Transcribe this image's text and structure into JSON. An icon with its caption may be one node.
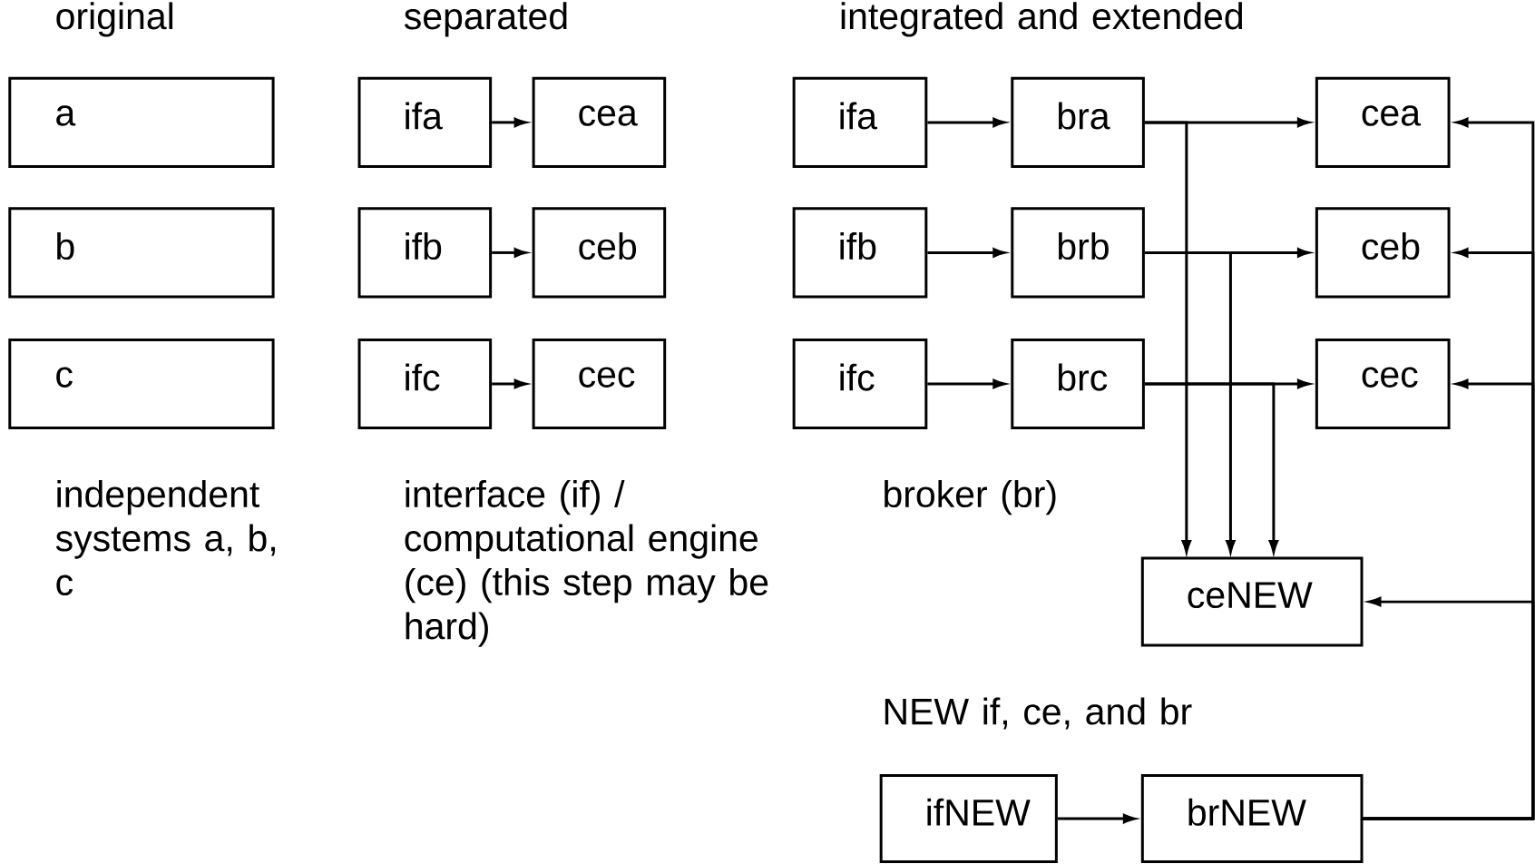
{
  "diagram": {
    "nodes": [
      {
        "text": [
          "a"
        ]
      },
      {
        "text": [
          "b"
        ]
      },
      {
        "text": [
          "c"
        ]
      },
      {
        "text": [
          "ifa"
        ]
      },
      {
        "text": [
          "cea"
        ]
      },
      {
        "text": [
          "ifb"
        ]
      },
      {
        "text": [
          "ceb"
        ]
      },
      {
        "text": [
          "ifc"
        ]
      },
      {
        "text": [
          "cec"
        ]
      },
      {
        "text": [
          "ifa"
        ]
      },
      {
        "text": [
          "bra"
        ]
      },
      {
        "text": [
          "cea"
        ]
      },
      {
        "text": [
          "ifb"
        ]
      },
      {
        "text": [
          "brb"
        ]
      },
      {
        "text": [
          "ceb"
        ]
      },
      {
        "text": [
          "ifc"
        ]
      },
      {
        "text": [
          "brc"
        ]
      },
      {
        "text": [
          "cec"
        ]
      },
      {
        "text": [
          "ceNEW"
        ]
      },
      {
        "text": [
          "ifNEW"
        ]
      },
      {
        "text": [
          "brNEW"
        ]
      }
    ],
    "edges": [
      {
        "from": 3,
        "to": 4,
        "arrow": "to"
      },
      {
        "from": 5,
        "to": 6,
        "arrow": "to"
      },
      {
        "from": 7,
        "to": 8,
        "arrow": "to"
      },
      {
        "from": 9,
        "to": 10,
        "arrow": "to"
      },
      {
        "from": 10,
        "to": 11,
        "arrow": "to"
      },
      {
        "from": 10,
        "to": 18,
        "arrow": "to"
      },
      {
        "from": 12,
        "to": 13,
        "arrow": "to"
      },
      {
        "from": 13,
        "to": 14,
        "arrow": "to"
      },
      {
        "from": 13,
        "to": 18,
        "arrow": "to"
      },
      {
        "from": 15,
        "to": 16,
        "arrow": "to"
      },
      {
        "from": 16,
        "to": 17,
        "arrow": "to"
      },
      {
        "from": 16,
        "to": 18,
        "arrow": "to"
      },
      {
        "from": 19,
        "to": 20,
        "arrow": "to"
      },
      {
        "from": 20,
        "to": 11,
        "arrow": "to"
      },
      {
        "from": 20,
        "to": 14,
        "arrow": "to"
      },
      {
        "from": 20,
        "to": 17,
        "arrow": "to"
      },
      {
        "from": 20,
        "to": 18,
        "arrow": "to"
      }
    ],
    "labels": [
      "original",
      "separated",
      "integrated and extended",
      "independent systems a, b, c",
      "interface (if) / computational engine (ce) (this step may be hard)",
      "broker (br)",
      "NEW if, ce, and br"
    ]
  }
}
